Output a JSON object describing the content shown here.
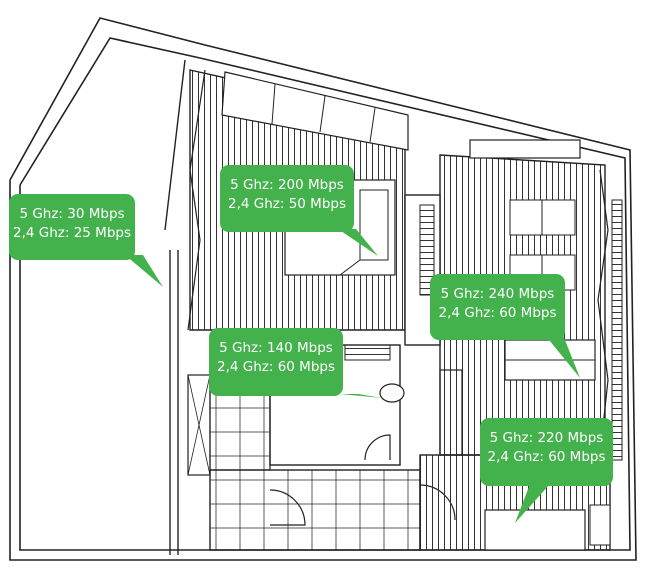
{
  "speed_labels": [
    {
      "id": "left",
      "band5": "5 Ghz: 30 Mbps",
      "band24": "2,4 Ghz: 25 Mbps"
    },
    {
      "id": "top",
      "band5": "5 Ghz: 200 Mbps",
      "band24": "2,4 Ghz: 50 Mbps"
    },
    {
      "id": "right",
      "band5": "5 Ghz: 240 Mbps",
      "band24": "2,4 Ghz: 60 Mbps"
    },
    {
      "id": "middle",
      "band5": "5 Ghz: 140 Mbps",
      "band24": "2,4 Ghz: 60 Mbps"
    },
    {
      "id": "bottom",
      "band5": "5 Ghz: 220 Mbps",
      "band24": "2,4 Ghz: 60 Mbps"
    }
  ],
  "colors": {
    "bubble": "#44b24c",
    "text": "#ffffff",
    "line": "#222222"
  }
}
